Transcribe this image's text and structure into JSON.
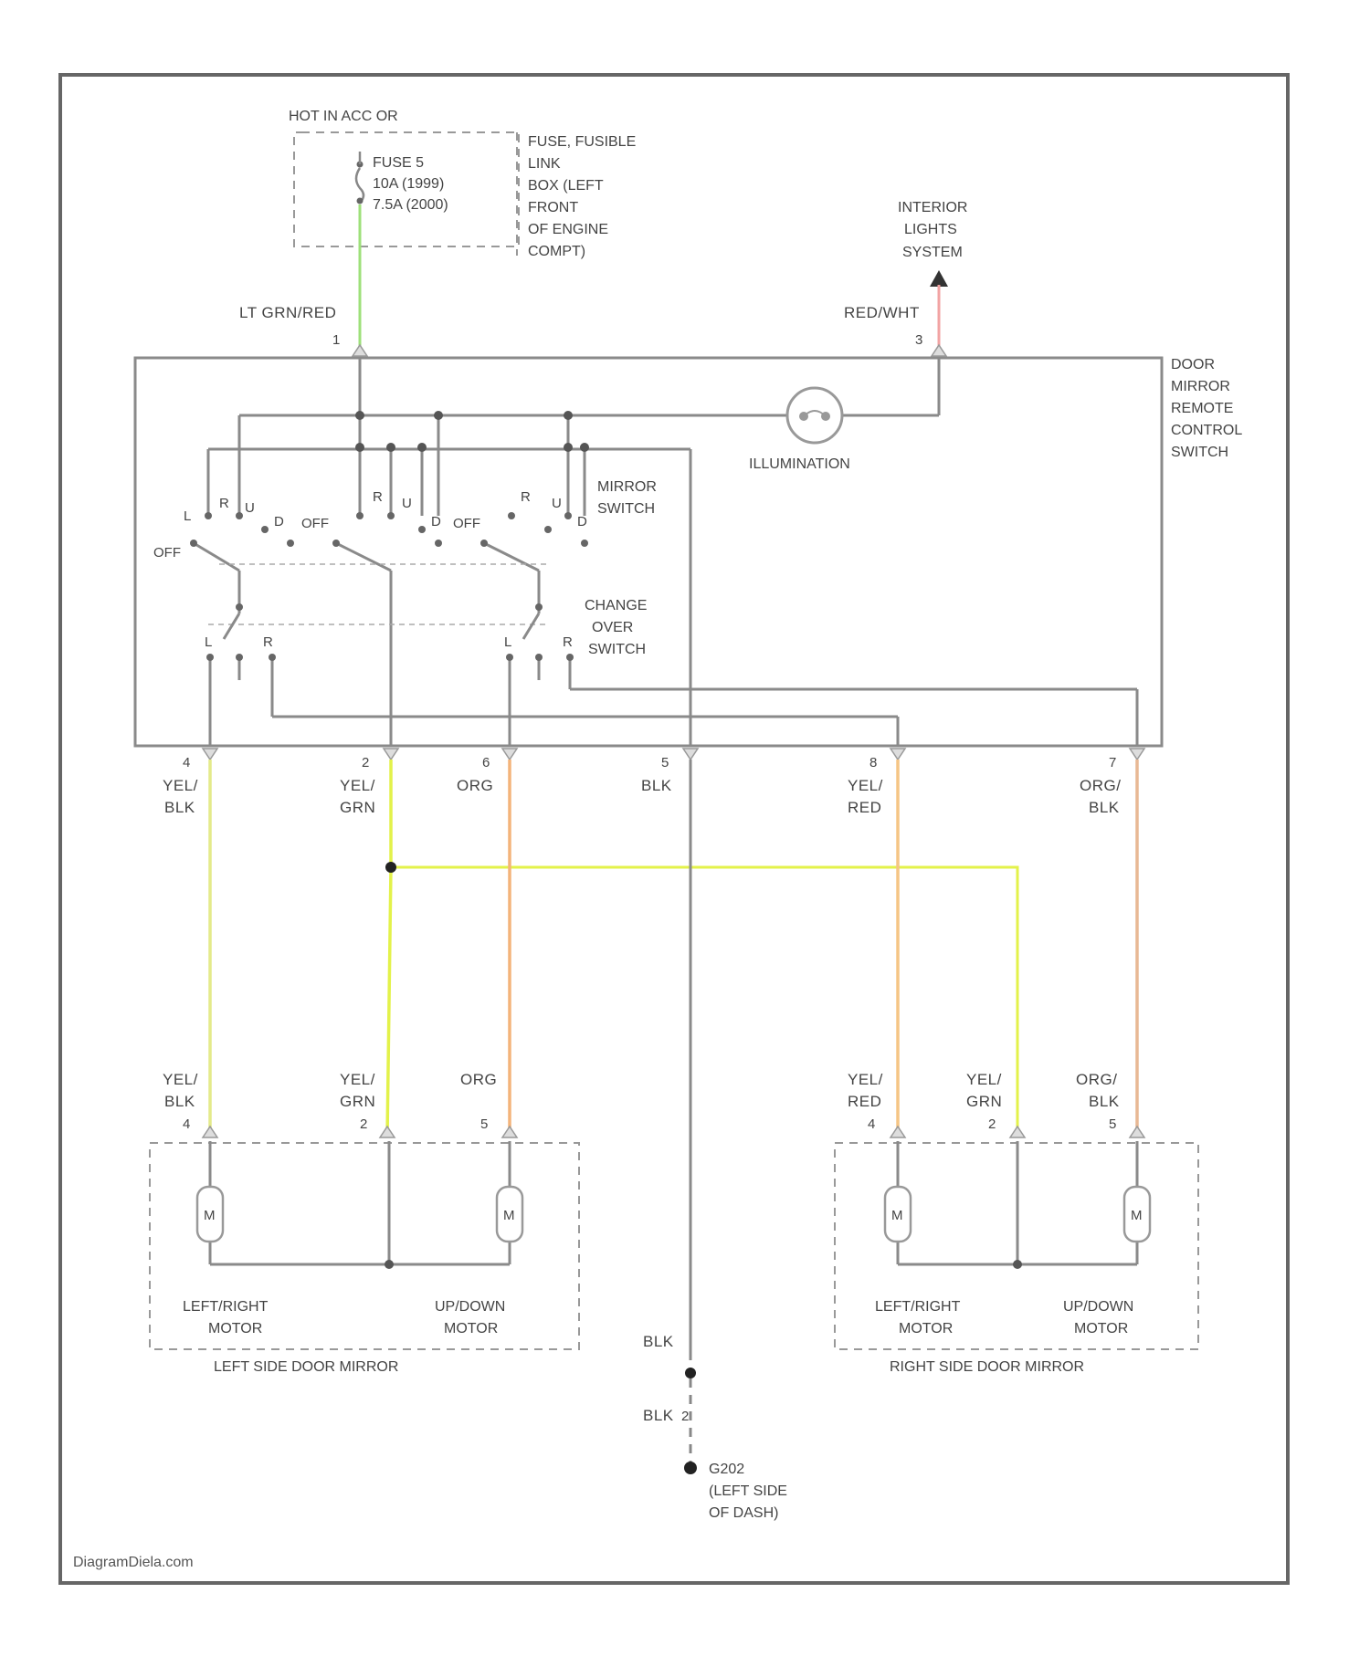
{
  "colors": {
    "wire_default": "#8a8a8a",
    "wire_lt_grn_red": "#9ee07a",
    "wire_red_wht": "#f2a3a3",
    "wire_yel_blk": "#e4ea8a",
    "wire_yel_grn": "#e3f24a",
    "wire_org": "#f4b47a",
    "wire_yel_red": "#f5c585",
    "wire_org_blk": "#e8b894"
  },
  "power": {
    "source": "HOT IN ACC OR",
    "fuse_lines": [
      "FUSE 5",
      "10A    (1999)",
      "7.5A   (2000)"
    ],
    "fuse_box_lines": [
      "FUSE, FUSIBLE",
      "LINK",
      "BOX (LEFT",
      "FRONT",
      "OF ENGINE",
      "COMPT)"
    ]
  },
  "interior": {
    "lines": [
      "INTERIOR",
      "LIGHTS",
      "SYSTEM"
    ],
    "wire": "RED/WHT",
    "pin": "3"
  },
  "top_wire": {
    "color": "LT GRN/RED",
    "pin": "1"
  },
  "control_switch": {
    "lines": [
      "DOOR",
      "MIRROR",
      "REMOTE",
      "CONTROL",
      "SWITCH"
    ]
  },
  "illumination": "ILLUMINATION",
  "mirror_switch": {
    "lines": [
      "MIRROR",
      "SWITCH"
    ]
  },
  "change_over": {
    "lines": [
      "CHANGE",
      "OVER",
      "SWITCH"
    ]
  },
  "switch_pos": {
    "off": "OFF",
    "l": "L",
    "r": "R",
    "u": "U",
    "d": "D"
  },
  "bottom_pins": [
    {
      "pin": "4",
      "l1": "YEL/",
      "l2": "BLK"
    },
    {
      "pin": "2",
      "l1": "YEL/",
      "l2": "GRN"
    },
    {
      "pin": "6",
      "l1": "ORG",
      "l2": ""
    },
    {
      "pin": "5",
      "l1": "BLK",
      "l2": ""
    },
    {
      "pin": "8",
      "l1": "YEL/",
      "l2": "RED"
    },
    {
      "pin": "7",
      "l1": "ORG/",
      "l2": "BLK"
    }
  ],
  "left_mirror": {
    "title": "LEFT SIDE DOOR MIRROR",
    "motor1": [
      "LEFT/RIGHT",
      "MOTOR"
    ],
    "motor2": [
      "UP/DOWN",
      "MOTOR"
    ],
    "pins": [
      {
        "pin": "4",
        "l1": "YEL/",
        "l2": "BLK"
      },
      {
        "pin": "2",
        "l1": "YEL/",
        "l2": "GRN"
      },
      {
        "pin": "5",
        "l1": "ORG",
        "l2": ""
      }
    ]
  },
  "right_mirror": {
    "title": "RIGHT SIDE DOOR MIRROR",
    "motor1": [
      "LEFT/RIGHT",
      "MOTOR"
    ],
    "motor2": [
      "UP/DOWN",
      "MOTOR"
    ],
    "pins": [
      {
        "pin": "4",
        "l1": "YEL/",
        "l2": "RED"
      },
      {
        "pin": "2",
        "l1": "YEL/",
        "l2": "GRN"
      },
      {
        "pin": "5",
        "l1": "ORG/",
        "l2": "BLK"
      }
    ]
  },
  "ground": {
    "wire1": "BLK",
    "wire2": "BLK",
    "wire2_suffix": "2",
    "label_lines": [
      "G202",
      "(LEFT SIDE",
      "OF DASH)"
    ]
  },
  "watermark": "DiagramDiela.com"
}
